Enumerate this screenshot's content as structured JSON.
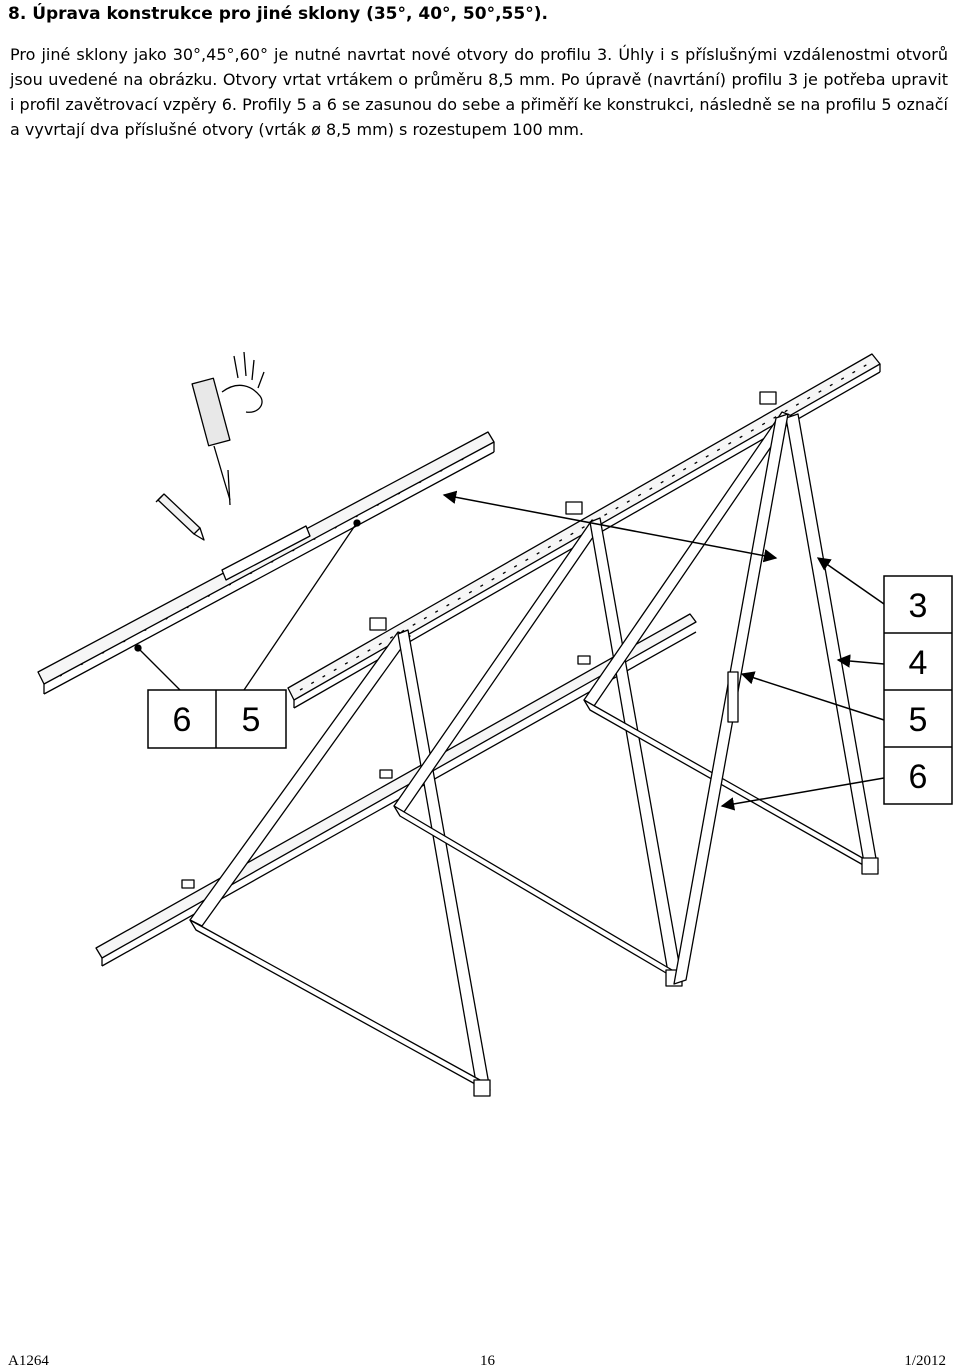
{
  "heading": "8. Úprava konstrukce pro jiné sklony (35°, 40°, 50°,55°).",
  "paragraph": "Pro jiné sklony jako 30°,45°,60° je nutné navrtat nové otvory do profilu 3. Úhly i s příslušnými vzdálenostmi otvorů jsou uvedené na obrázku. Otvory vrtat vrtákem o průměru 8,5 mm. Po úpravě (navrtání) profilu 3 je potřeba upravit i profil zavětrovací vzpěry 6. Profily 5 a 6 se zasunou do sebe a přiměří ke konstrukci, následně se na profilu 5 označí a vyvrtají dva příslušné otvory (vrták ø 8,5 mm) s rozestupem 100 mm.",
  "figure": {
    "left_labels": [
      "6",
      "5"
    ],
    "right_labels": [
      "3",
      "4",
      "5",
      "6"
    ]
  },
  "footer": {
    "doc_code": "A1264",
    "page_number": "16",
    "date": "1/2012"
  }
}
